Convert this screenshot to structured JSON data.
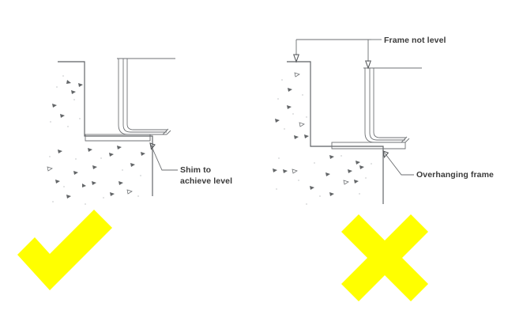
{
  "figure": {
    "type": "construction-detail-diagram",
    "background_color": "#ffffff",
    "line_color": "#5d6064",
    "text_color": "#3a3a3a",
    "mark_color": "#ffff00",
    "panels": [
      {
        "id": "correct",
        "verdict": "correct",
        "verdict_symbol": "checkmark",
        "labels": [
          {
            "id": "shim-label",
            "line1": "Shim to",
            "line2": "achieve level"
          }
        ]
      },
      {
        "id": "incorrect",
        "verdict": "incorrect",
        "verdict_symbol": "cross",
        "labels": [
          {
            "id": "frame-not-level-label",
            "text": "Frame not level"
          },
          {
            "id": "overhanging-frame-label",
            "text": "Overhanging frame"
          }
        ]
      }
    ],
    "text": {
      "shim_line1": "Shim to",
      "shim_line2": "achieve level",
      "frame_not_level": "Frame not level",
      "overhanging_frame": "Overhanging frame"
    }
  }
}
